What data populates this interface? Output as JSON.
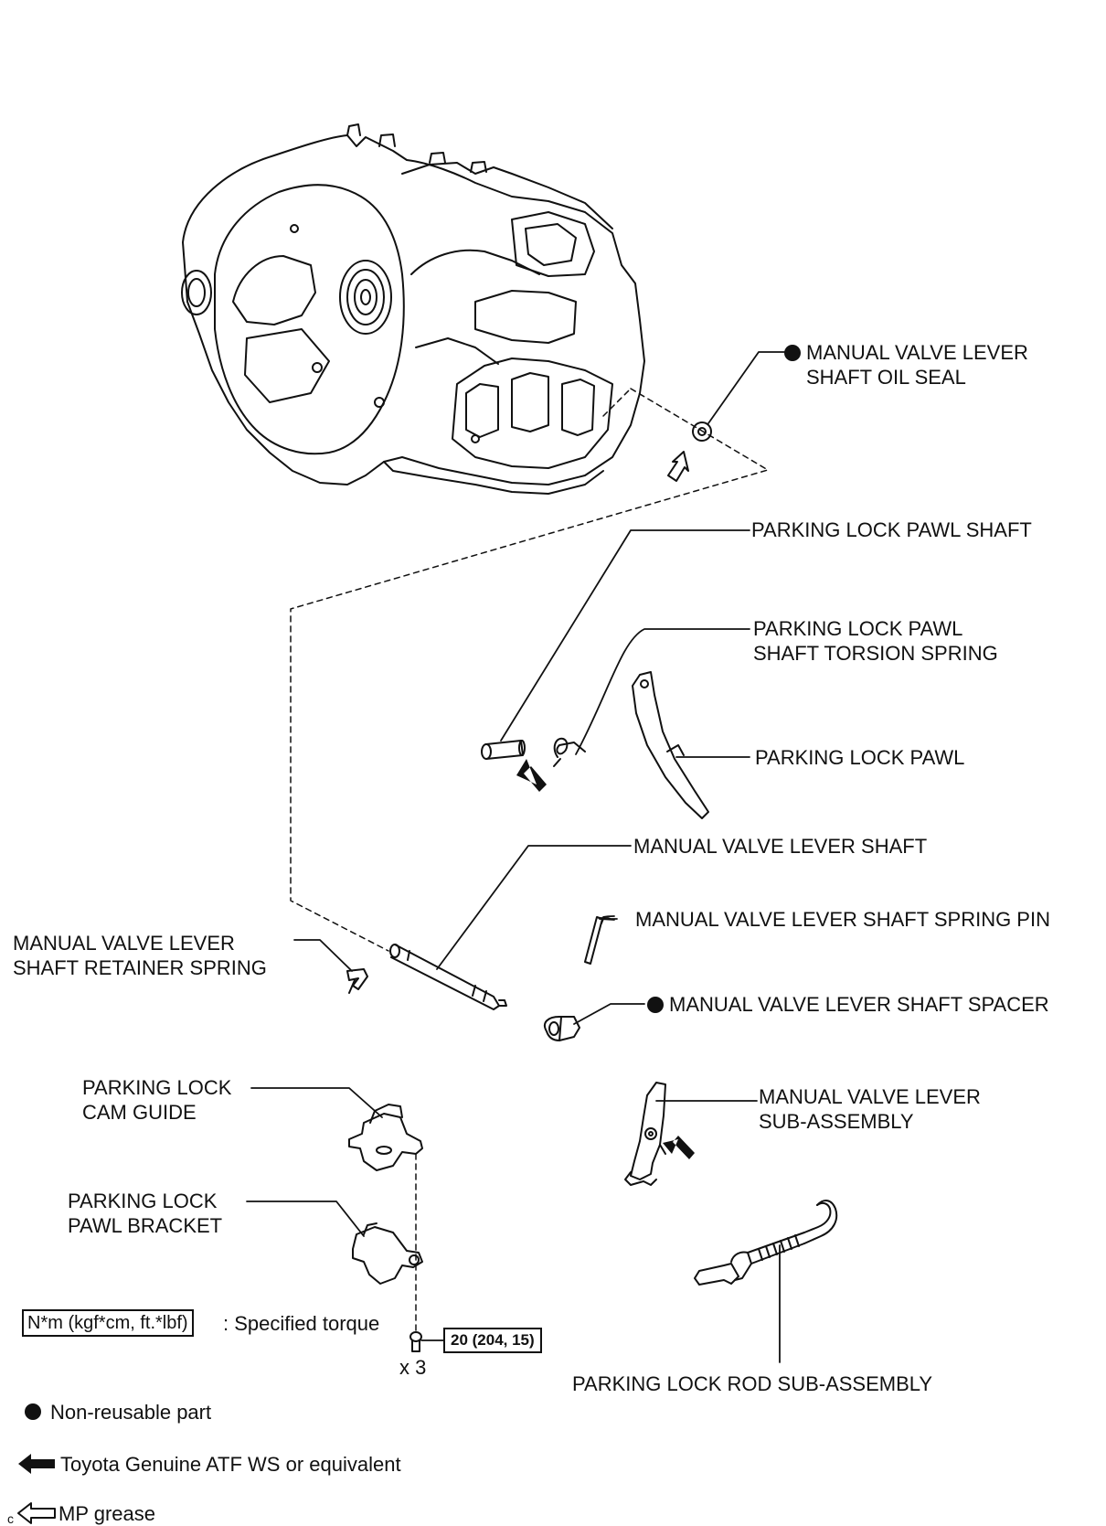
{
  "parts": {
    "manual_valve_lever_shaft_oil_seal": [
      "MANUAL VALVE LEVER",
      "SHAFT OIL SEAL"
    ],
    "parking_lock_pawl_shaft": "PARKING LOCK PAWL SHAFT",
    "parking_lock_pawl_shaft_torsion_spring": [
      "PARKING LOCK PAWL",
      "SHAFT TORSION SPRING"
    ],
    "parking_lock_pawl": "PARKING LOCK PAWL",
    "manual_valve_lever_shaft": "MANUAL VALVE LEVER SHAFT",
    "manual_valve_lever_shaft_retainer_spring": [
      "MANUAL VALVE LEVER",
      "SHAFT RETAINER SPRING"
    ],
    "manual_valve_lever_shaft_spring_pin": "MANUAL VALVE LEVER SHAFT SPRING PIN",
    "manual_valve_lever_shaft_spacer": "MANUAL VALVE LEVER SHAFT SPACER",
    "parking_lock_cam_guide": [
      "PARKING LOCK",
      "CAM GUIDE"
    ],
    "manual_valve_lever_sub_assembly": [
      "MANUAL VALVE LEVER",
      "SUB-ASSEMBLY"
    ],
    "parking_lock_pawl_bracket": [
      "PARKING LOCK",
      "PAWL BRACKET"
    ],
    "parking_lock_rod_sub_assembly": "PARKING LOCK ROD SUB-ASSEMBLY"
  },
  "torque": {
    "value": "20 (204, 15)",
    "quantity": "x 3"
  },
  "legend": {
    "torque_box": "N*m (kgf*cm, ft.*lbf)",
    "torque_text": ": Specified torque",
    "non_reusable": "Non-reusable part",
    "atf": "Toyota Genuine ATF WS or equivalent",
    "grease": "MP grease"
  },
  "corner_mark": "c"
}
